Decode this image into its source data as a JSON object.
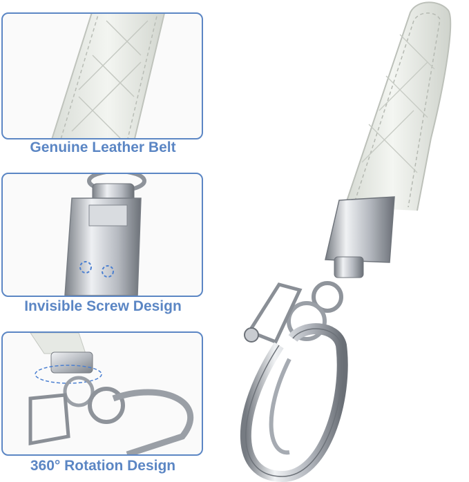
{
  "captions": {
    "panel1": "Genuine Leather Belt",
    "panel2": "Invisible Screw Design",
    "panel3": "360° Rotation Design"
  },
  "colors": {
    "border": "#5b86c4",
    "caption": "#5b86c4",
    "leather": "#ecefe9",
    "metal": "#c9ccd1"
  }
}
